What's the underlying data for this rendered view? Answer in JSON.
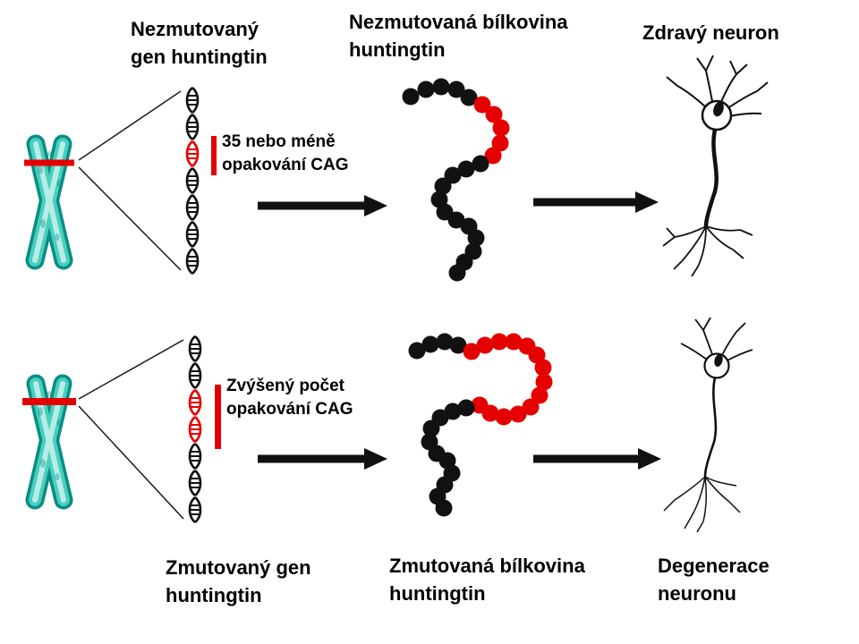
{
  "labels": {
    "top_gene_line1": "Nezmutovaný",
    "top_gene_line2": "gen huntingtin",
    "top_protein_line1": "Nezmutovaná bílkovina",
    "top_protein_line2": "huntingtin",
    "top_neuron": "Zdravý neuron",
    "top_bracket_line1": "35 nebo méně",
    "top_bracket_line2": "opakování CAG",
    "bottom_bracket_line1": "Zvýšený počet",
    "bottom_bracket_line2": "opakování CAG",
    "bottom_gene_line1": "Zmutovaný gen",
    "bottom_gene_line2": "huntingtin",
    "bottom_protein_line1": "Zmutovaná bílkovina",
    "bottom_protein_line2": "huntingtin",
    "bottom_neuron_line1": "Degenerace",
    "bottom_neuron_line2": "neuronu"
  },
  "colors": {
    "red": "#e50000",
    "ink": "#111111",
    "teal_dark": "#0a8d84",
    "teal_mid": "#49cfc0",
    "teal_light": "#c4f0ea"
  },
  "icons": {
    "chromosome_normal": "chromosome-icon",
    "chromosome_mutated": "chromosome-icon",
    "dna_normal": "dna-helix-icon",
    "dna_mutated": "dna-helix-icon",
    "cag_marker": "red-bracket-bar",
    "protein_normal": "protein-bead-chain-icon",
    "protein_mutated": "protein-bead-chain-loop-icon",
    "neuron_healthy": "neuron-icon",
    "neuron_degenerated": "neuron-icon",
    "arrow": "right-arrow-icon"
  }
}
